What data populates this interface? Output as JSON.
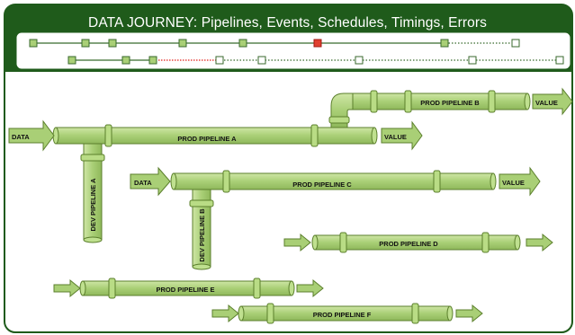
{
  "title": "DATA JOURNEY: Pipelines, Events, Schedules, Timings, Errors",
  "colors": {
    "frame_green": "#1f5b1b",
    "pipe_fill": "#a9cf76",
    "pipe_stroke": "#5b7f2c",
    "error_red": "#e0201a",
    "timeline_dot": "#386a2c",
    "timeline_error_dot": "#e04030"
  },
  "labels": {
    "data_a": "DATA",
    "value_a": "VALUE",
    "data_c": "DATA",
    "value_c": "VALUE",
    "value_b": "VALUE"
  },
  "pipelines": {
    "prod_a": "PROD PIPELINE A",
    "prod_b": "PROD PIPELINE B",
    "prod_c": "PROD PIPELINE C",
    "prod_d": "PROD PIPELINE D",
    "prod_e": "PROD PIPELINE E",
    "prod_f": "PROD PIPELINE F",
    "dev_a": "DEV PIPELINE A",
    "dev_b": "DEV PIPELINE B"
  }
}
